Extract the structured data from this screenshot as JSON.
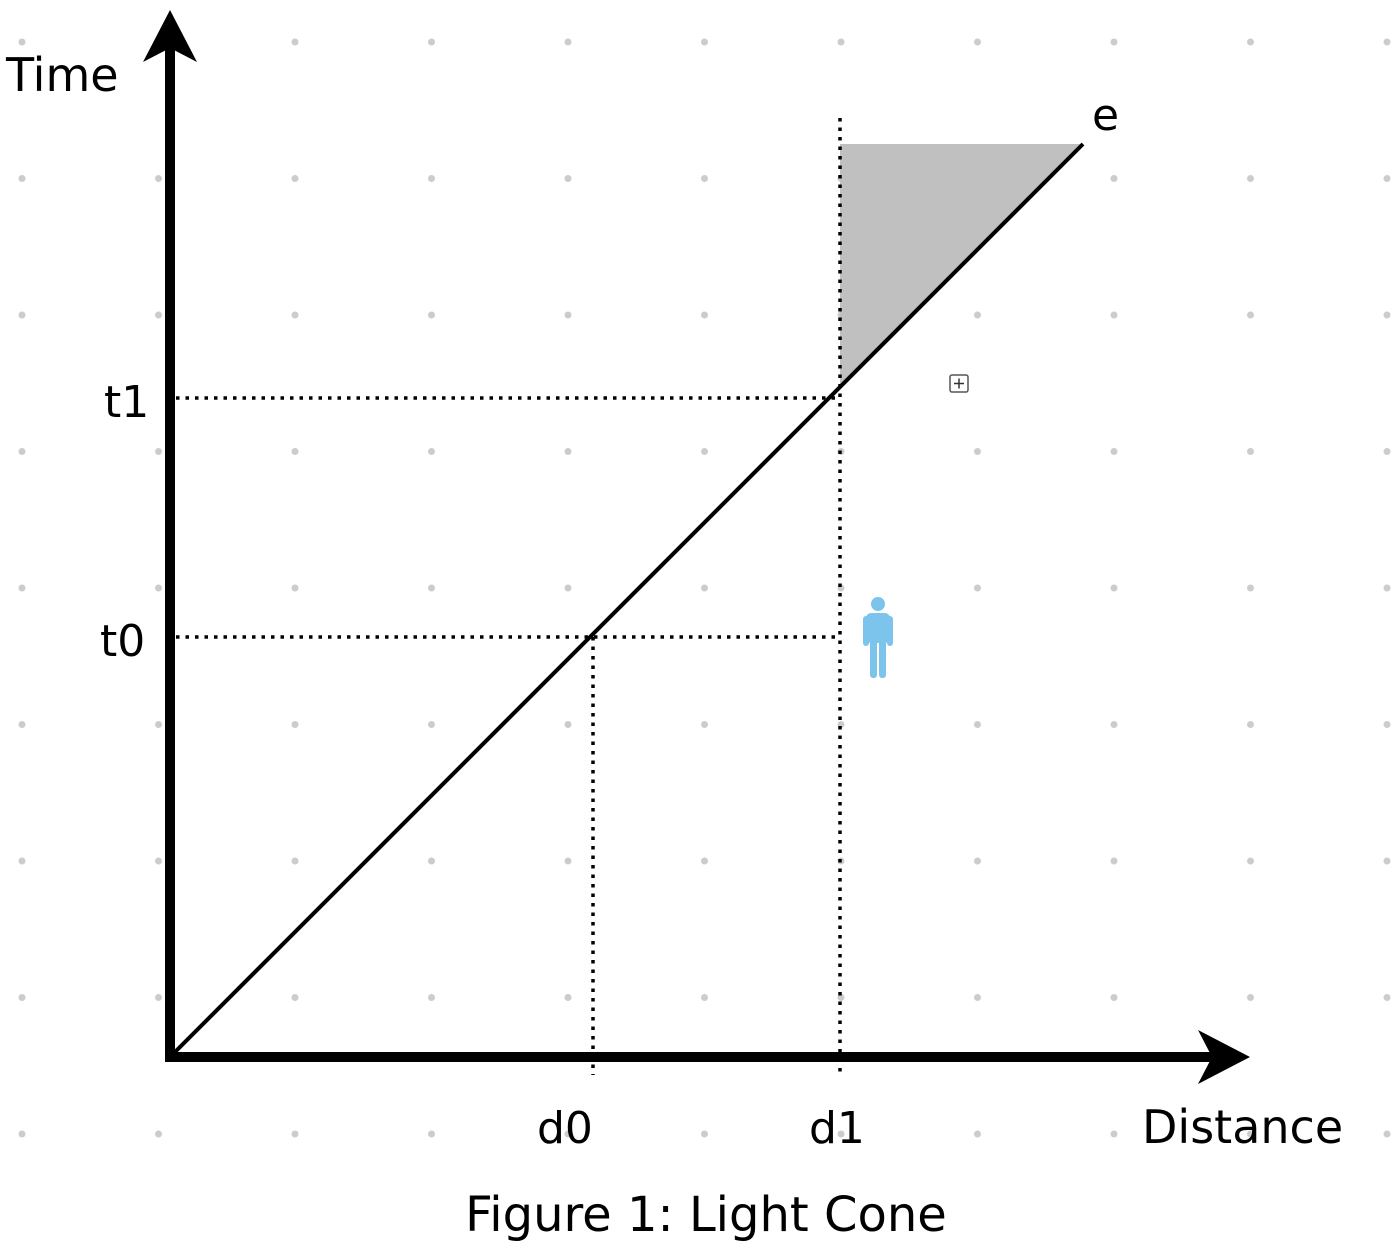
{
  "axes": {
    "y_label": "Time",
    "x_label": "Distance"
  },
  "ticks": {
    "t1": "t1",
    "t0": "t0",
    "d0": "d0",
    "d1": "d1"
  },
  "line_label": "e",
  "caption": "Figure 1: Light Cone",
  "icons": {
    "person": "person-icon",
    "expand": "plus-box-icon"
  },
  "colors": {
    "axis": "#000000",
    "shaded_region": "#c0c0c0",
    "person": "#7cc4ec",
    "grid_dot": "#cccccc"
  }
}
